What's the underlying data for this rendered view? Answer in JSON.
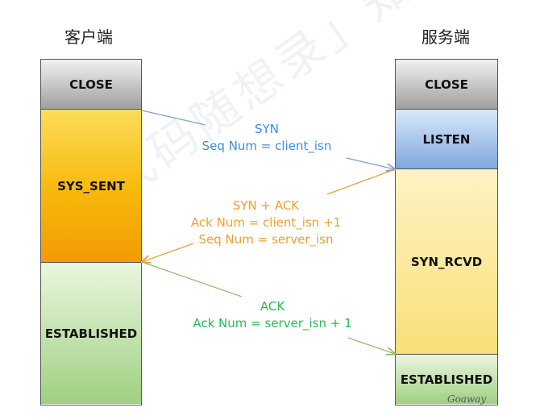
{
  "headers": {
    "client": "客户端",
    "server": "服务端"
  },
  "client_states": [
    "CLOSE",
    "SYS_SENT",
    "ESTABLISHED"
  ],
  "server_states": [
    "CLOSE",
    "LISTEN",
    "SYN_RCVD",
    "ESTABLISHED"
  ],
  "messages": {
    "syn": {
      "line1": "SYN",
      "line2": "Seq Num = client_isn"
    },
    "synack": {
      "line1": "SYN + ACK",
      "line2": "Ack Num =  client_isn +1",
      "line3": "Seq Num = server_isn"
    },
    "ack": {
      "line1": "ACK",
      "line2": "Ack Num = server_isn + 1"
    }
  },
  "watermark": "「代码随想录」知识星球",
  "signature": "Goaway",
  "colors": {
    "syn": "#3c8ee0",
    "synack": "#f0a02f",
    "ack": "#24bd52"
  }
}
